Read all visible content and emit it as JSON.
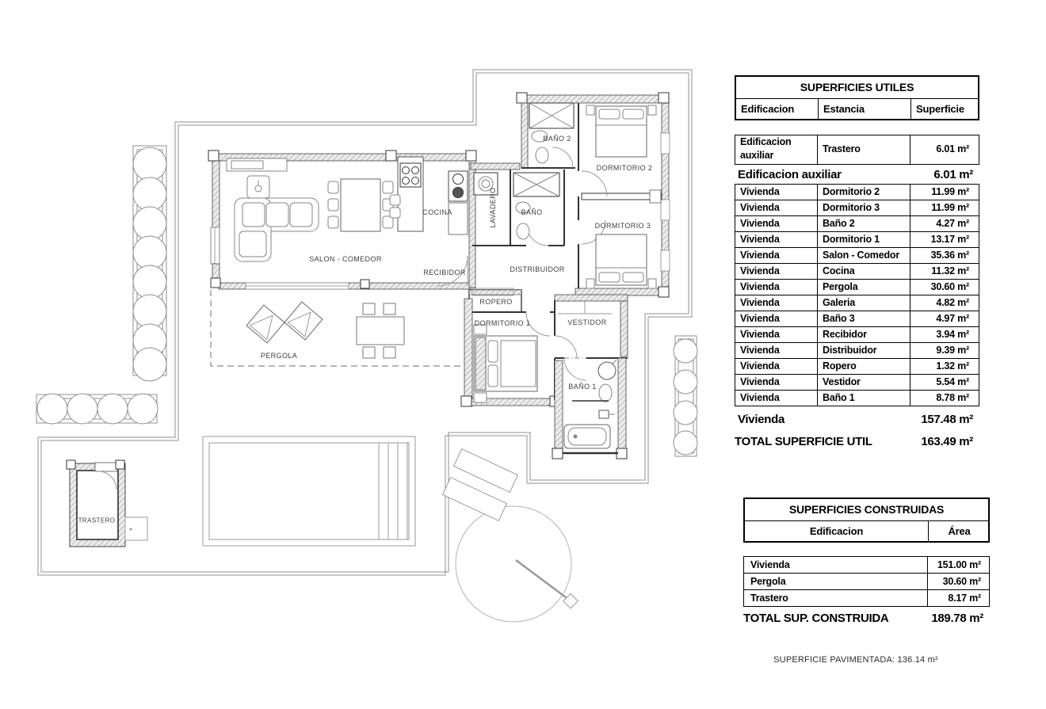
{
  "colors": {
    "ink": "#000000",
    "plan_line": "#8f8f8f",
    "wall_hatch": "#9b9b9b"
  },
  "plan": {
    "labels": [
      {
        "text": "BAÑO 2"
      },
      {
        "text": "DORMITORIO 2"
      },
      {
        "text": "DORMITORIO 3"
      },
      {
        "text": "LAVADERO"
      },
      {
        "text": "BAÑO"
      },
      {
        "text": "COCINA"
      },
      {
        "text": "SALON - COMEDOR"
      },
      {
        "text": "RECIBIDOR"
      },
      {
        "text": "DISTRIBUIDOR"
      },
      {
        "text": "ROPERO"
      },
      {
        "text": "DORMITORIO 1"
      },
      {
        "text": "VESTIDOR"
      },
      {
        "text": "BAÑO 1"
      },
      {
        "text": "PERGOLA"
      },
      {
        "text": "TRASTERO"
      }
    ]
  },
  "tables": {
    "utiles": {
      "title": "SUPERFICIES UTILES",
      "columns": [
        "Edificacion",
        "Estancia",
        "Superficie"
      ],
      "first_row": {
        "edificacion": "Edificacion auxiliar",
        "estancia": "Trastero",
        "superficie": "6.01 m²"
      },
      "aux_summary": {
        "label": "Edificacion auxiliar",
        "value": "6.01 m²"
      },
      "rows": [
        {
          "edificacion": "Vivienda",
          "estancia": "Dormitorio 2",
          "superficie": "11.99 m²"
        },
        {
          "edificacion": "Vivienda",
          "estancia": "Dormitorio 3",
          "superficie": "11.99 m²"
        },
        {
          "edificacion": "Vivienda",
          "estancia": "Baño 2",
          "superficie": "4.27 m²"
        },
        {
          "edificacion": "Vivienda",
          "estancia": "Dormitorio 1",
          "superficie": "13.17 m²"
        },
        {
          "edificacion": "Vivienda",
          "estancia": "Salon - Comedor",
          "superficie": "35.36 m²"
        },
        {
          "edificacion": "Vivienda",
          "estancia": "Cocina",
          "superficie": "11.32 m²"
        },
        {
          "edificacion": "Vivienda",
          "estancia": "Pergola",
          "superficie": "30.60 m²"
        },
        {
          "edificacion": "Vivienda",
          "estancia": "Galeria",
          "superficie": "4.82 m²"
        },
        {
          "edificacion": "Vivienda",
          "estancia": "Baño 3",
          "superficie": "4.97 m²"
        },
        {
          "edificacion": "Vivienda",
          "estancia": "Recibidor",
          "superficie": "3.94 m²"
        },
        {
          "edificacion": "Vivienda",
          "estancia": "Distribuidor",
          "superficie": "9.39 m²"
        },
        {
          "edificacion": "Vivienda",
          "estancia": "Ropero",
          "superficie": "1.32 m²"
        },
        {
          "edificacion": "Vivienda",
          "estancia": "Vestidor",
          "superficie": "5.54 m²"
        },
        {
          "edificacion": "Vivienda",
          "estancia": "Baño 1",
          "superficie": "8.78 m²"
        }
      ],
      "vivienda_summary": {
        "label": "Vivienda",
        "value": "157.48 m²"
      },
      "total": {
        "label": "TOTAL SUPERFICIE UTIL",
        "value": "163.49 m²"
      }
    },
    "construidas": {
      "title": "SUPERFICIES CONSTRUIDAS",
      "columns": [
        "Edificacion",
        "Área"
      ],
      "rows": [
        {
          "edificacion": "Vivienda",
          "area": "151.00 m²"
        },
        {
          "edificacion": "Pergola",
          "area": "30.60 m²"
        },
        {
          "edificacion": "Trastero",
          "area": "8.17 m²"
        }
      ],
      "total": {
        "label": "TOTAL SUP. CONSTRUIDA",
        "value": "189.78 m²"
      }
    }
  },
  "footnote": "SUPERFICIE PAVIMENTADA: 136.14 m²"
}
